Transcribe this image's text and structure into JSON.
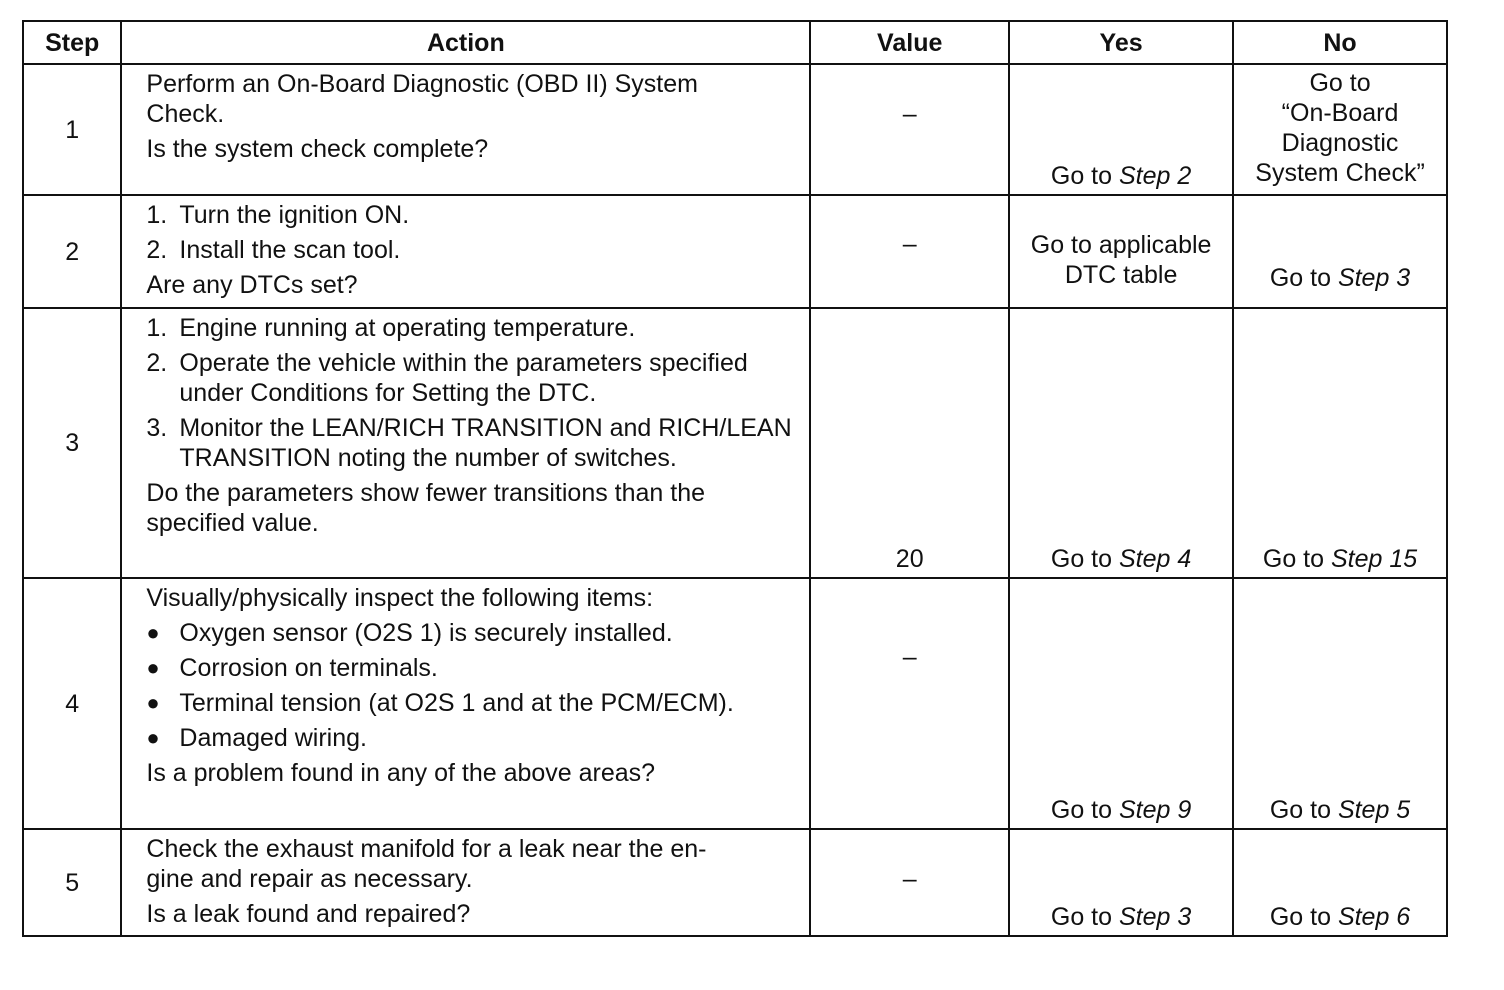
{
  "headers": {
    "step": "Step",
    "action": "Action",
    "value": "Value",
    "yes": "Yes",
    "no": "No"
  },
  "go_to": "Go to",
  "rows": [
    {
      "step": "1",
      "action_lines": [
        "Perform an On-Board Diagnostic (OBD II) System",
        "Check."
      ],
      "question": "Is the system check complete?",
      "value": "–",
      "yes_step": "Step 2",
      "no_lines": [
        "Go to",
        "“On-Board",
        "Diagnostic",
        "System Check”"
      ]
    },
    {
      "step": "2",
      "items": [
        "Turn the ignition ON.",
        "Install the scan tool."
      ],
      "item_markers": [
        "1.",
        "2."
      ],
      "question": "Are any DTCs set?",
      "value": "–",
      "yes_lines": [
        "Go to applicable",
        "DTC table"
      ],
      "no_step": "Step 3"
    },
    {
      "step": "3",
      "items": [
        "Engine running at operating temperature.",
        "Operate the vehicle within the parameters specified under Conditions for Setting the DTC.",
        "Monitor the LEAN/RICH TRANSITION and RICH/LEAN TRANSITION noting the number of switches."
      ],
      "item_markers": [
        "1.",
        "2.",
        "3."
      ],
      "question": "Do the parameters show fewer transitions than the specified value.",
      "value": "20",
      "yes_step": "Step 4",
      "no_step": "Step 15"
    },
    {
      "step": "4",
      "intro": "Visually/physically inspect the following items:",
      "items": [
        "Oxygen sensor (O2S 1) is securely installed.",
        "Corrosion on terminals.",
        "Terminal tension (at O2S 1 and at the PCM/ECM).",
        "Damaged wiring."
      ],
      "question": "Is a problem found in any of the above areas?",
      "value": "–",
      "yes_step": "Step 9",
      "no_step": "Step 5"
    },
    {
      "step": "5",
      "action_lines": [
        "Check the exhaust manifold for a leak near the en-",
        "gine and repair as necessary."
      ],
      "question": "Is a leak found and repaired?",
      "value": "–",
      "yes_step": "Step 3",
      "no_step": "Step 6"
    }
  ]
}
